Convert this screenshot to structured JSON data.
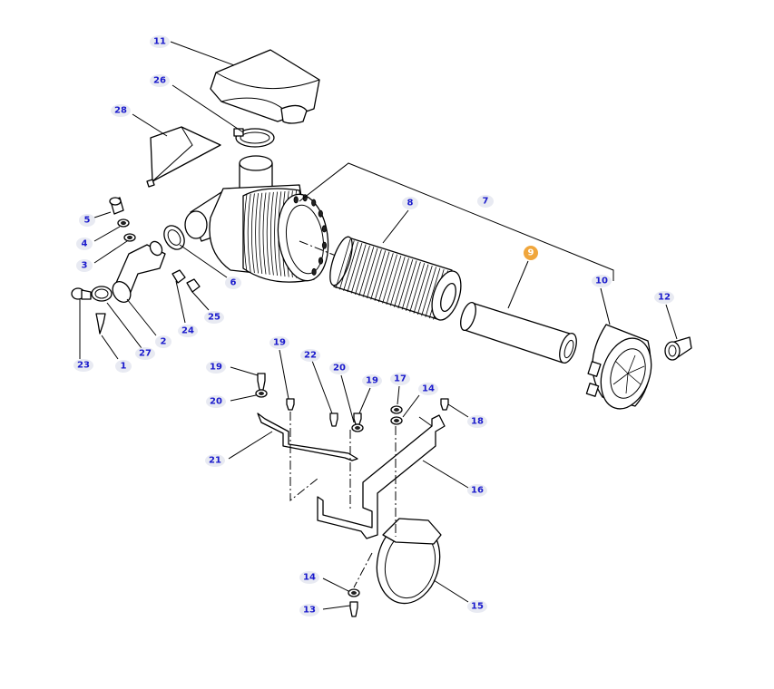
{
  "diagram": {
    "colors": {
      "callout_text": "#1a1acc",
      "callout_background": "#e8eaf2",
      "highlight_background": "#f0a63c"
    },
    "highlighted_callout": "9",
    "callouts": [
      "1",
      "2",
      "3",
      "4",
      "5",
      "6",
      "7",
      "8",
      "9",
      "10",
      "11",
      "12",
      "13",
      "14",
      "14b",
      "15",
      "16",
      "17",
      "18",
      "19",
      "19b",
      "19c",
      "20",
      "20b",
      "21",
      "22",
      "23",
      "24",
      "25",
      "26",
      "27",
      "28"
    ],
    "labels": {
      "c1": "1",
      "c2": "2",
      "c3": "3",
      "c4": "4",
      "c5": "5",
      "c6": "6",
      "c7": "7",
      "c8": "8",
      "c9": "9",
      "c10": "10",
      "c11": "11",
      "c12": "12",
      "c13": "13",
      "c14": "14",
      "c14b": "14",
      "c15": "15",
      "c16": "16",
      "c17": "17",
      "c18": "18",
      "c19": "19",
      "c19b": "19",
      "c19c": "19",
      "c20": "20",
      "c20b": "20",
      "c21": "21",
      "c22": "22",
      "c23": "23",
      "c24": "24",
      "c25": "25",
      "c26": "26",
      "c27": "27",
      "c28": "28"
    }
  }
}
